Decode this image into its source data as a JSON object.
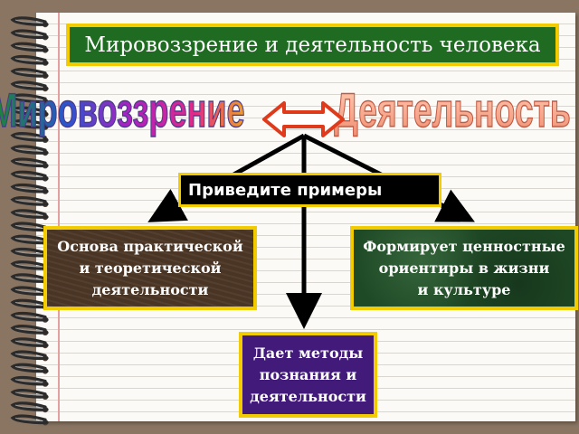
{
  "title": "Мировоззрение и деятельность человека",
  "wordart": {
    "left": "Мировоззрение",
    "right": "Деятельность"
  },
  "prompt": "Приведите примеры",
  "nodes": {
    "left": "Основа практической\nи теоретической\nдеятельности",
    "right": "Формирует ценностные\nориентиры в жизни\nи культуре",
    "bottom": "Дает методы\nпознания и\nдеятельности"
  },
  "colors": {
    "title_bg": "#1e6b21",
    "border": "#f2cc00",
    "left_node_bg": "#4a3524",
    "right_node_bg": "#1f4a26",
    "bottom_node_bg": "#421a7a",
    "double_arrow": "#e03a1c"
  },
  "icons": [
    "double-arrow-icon",
    "spiral-binding-rings"
  ]
}
